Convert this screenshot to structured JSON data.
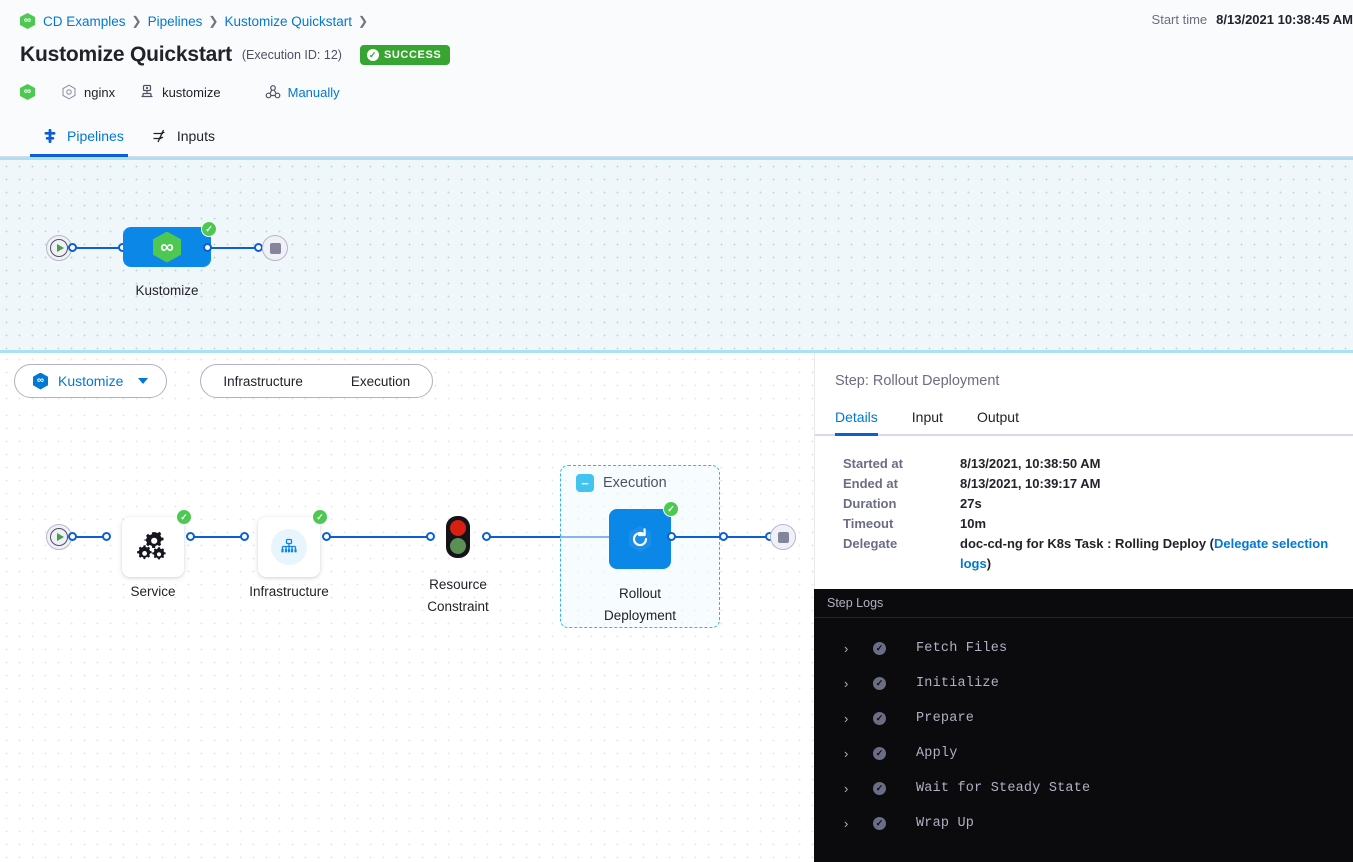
{
  "header": {
    "breadcrumb": [
      {
        "label": "CD Examples",
        "icon": "harness-hex-icon"
      },
      {
        "label": "Pipelines"
      },
      {
        "label": "Kustomize Quickstart"
      }
    ],
    "title": "Kustomize Quickstart",
    "execution_id": "(Execution ID: 12)",
    "status_badge": "SUCCESS",
    "status_color": "#38a432",
    "meta": [
      {
        "label": "nginx",
        "icon": "service-hexagon-icon"
      },
      {
        "label": "kustomize",
        "icon": "infrastructure-icon"
      },
      {
        "label": "Manually",
        "icon": "trigger-icon",
        "link": true
      }
    ],
    "start_time_label": "Start time",
    "start_time_value": "8/13/2021 10:38:45 AM"
  },
  "tabs": [
    {
      "label": "Pipelines",
      "icon": "pipeline-icon",
      "active": true
    },
    {
      "label": "Inputs",
      "icon": "inputs-icon",
      "active": false
    }
  ],
  "top_graph": {
    "stage_label": "Kustomize",
    "stage_icon": "harness-hex-icon",
    "status": "success"
  },
  "stage_selector": {
    "stage_pill": "Kustomize",
    "steps": [
      "Infrastructure",
      "Execution"
    ]
  },
  "bottom_graph": {
    "nodes": [
      {
        "label": "Service",
        "icon": "service-gears-icon",
        "status": "success"
      },
      {
        "label": "Infrastructure",
        "icon": "infra-tree-icon",
        "status": "success"
      },
      {
        "label": "Resource\nConstraint",
        "icon": "traffic-light-icon",
        "status": "none"
      },
      {
        "label": "Rollout\nDeployment",
        "icon": "rollout-refresh-icon",
        "status": "success"
      }
    ],
    "group_label": "Execution",
    "group_collapse_glyph": "−"
  },
  "right_panel": {
    "title": "Step: Rollout Deployment",
    "tabs": [
      {
        "label": "Details",
        "active": true
      },
      {
        "label": "Input",
        "active": false
      },
      {
        "label": "Output",
        "active": false
      }
    ],
    "details": [
      {
        "key": "Started at",
        "value": "8/13/2021, 10:38:50 AM"
      },
      {
        "key": "Ended at",
        "value": "8/13/2021, 10:39:17 AM"
      },
      {
        "key": "Duration",
        "value": "27s"
      },
      {
        "key": "Timeout",
        "value": "10m"
      },
      {
        "key": "Delegate",
        "value": "doc-cd-ng for K8s Task : Rolling Deploy (",
        "link": "Delegate selection logs",
        "value_suffix": ")"
      }
    ]
  },
  "console": {
    "title": "Step Logs",
    "logs": [
      {
        "name": "Fetch Files",
        "status": "success",
        "chevron": "›"
      },
      {
        "name": "Initialize",
        "status": "success",
        "chevron": "›"
      },
      {
        "name": "Prepare",
        "status": "success",
        "chevron": "›"
      },
      {
        "name": "Apply",
        "status": "success",
        "chevron": "›"
      },
      {
        "name": "Wait for Steady State",
        "status": "success",
        "chevron": "›"
      },
      {
        "name": "Wrap Up",
        "status": "success",
        "chevron": "›"
      }
    ]
  }
}
